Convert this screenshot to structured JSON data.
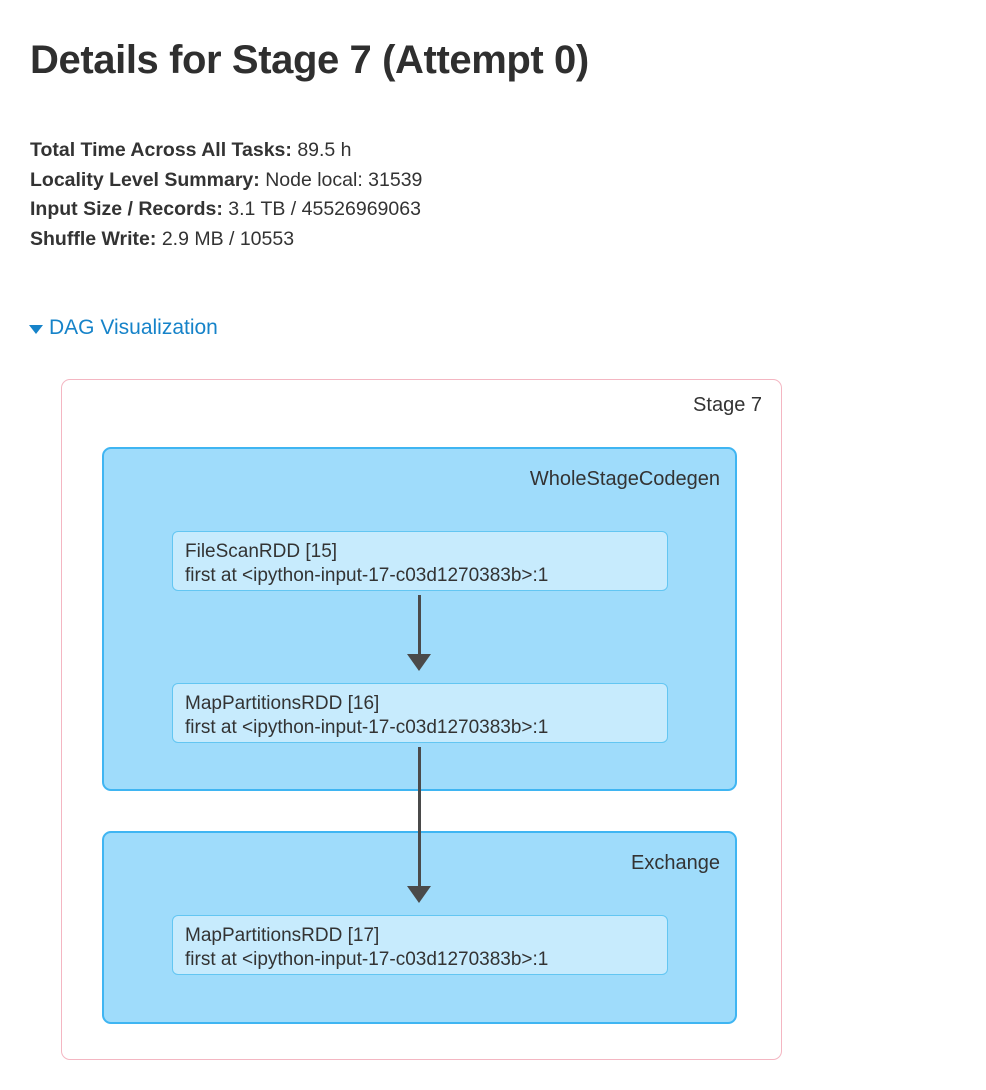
{
  "page": {
    "title": "Details for Stage 7 (Attempt 0)"
  },
  "summary": {
    "rows": [
      {
        "label": "Total Time Across All Tasks:",
        "value": "89.5 h"
      },
      {
        "label": "Locality Level Summary:",
        "value": "Node local: 31539"
      },
      {
        "label": "Input Size / Records:",
        "value": "3.1 TB / 45526969063"
      },
      {
        "label": "Shuffle Write:",
        "value": "2.9 MB / 10553"
      }
    ]
  },
  "dag_toggle": {
    "label": "DAG Visualization",
    "icon": "caret-down-icon",
    "expanded": true,
    "link_color": "#1683c9"
  },
  "dag": {
    "stage": {
      "label": "Stage 7",
      "border_color": "#f4b6c2"
    },
    "scopes": [
      {
        "label": "WholeStageCodegen",
        "fill_color": "#9fdcfb",
        "border_color": "#3fb5f2",
        "nodes": [
          {
            "title": "FileScanRDD [15]",
            "callsite": "first at <ipython-input-17-c03d1270383b>:1"
          },
          {
            "title": "MapPartitionsRDD [16]",
            "callsite": "first at <ipython-input-17-c03d1270383b>:1"
          }
        ]
      },
      {
        "label": "Exchange",
        "fill_color": "#9fdcfb",
        "border_color": "#3fb5f2",
        "nodes": [
          {
            "title": "MapPartitionsRDD [17]",
            "callsite": "first at <ipython-input-17-c03d1270383b>:1"
          }
        ]
      }
    ],
    "node_fill_color": "#c7ebfd",
    "node_border_color": "#63c6f2",
    "edge_color": "#4a4a4a"
  }
}
